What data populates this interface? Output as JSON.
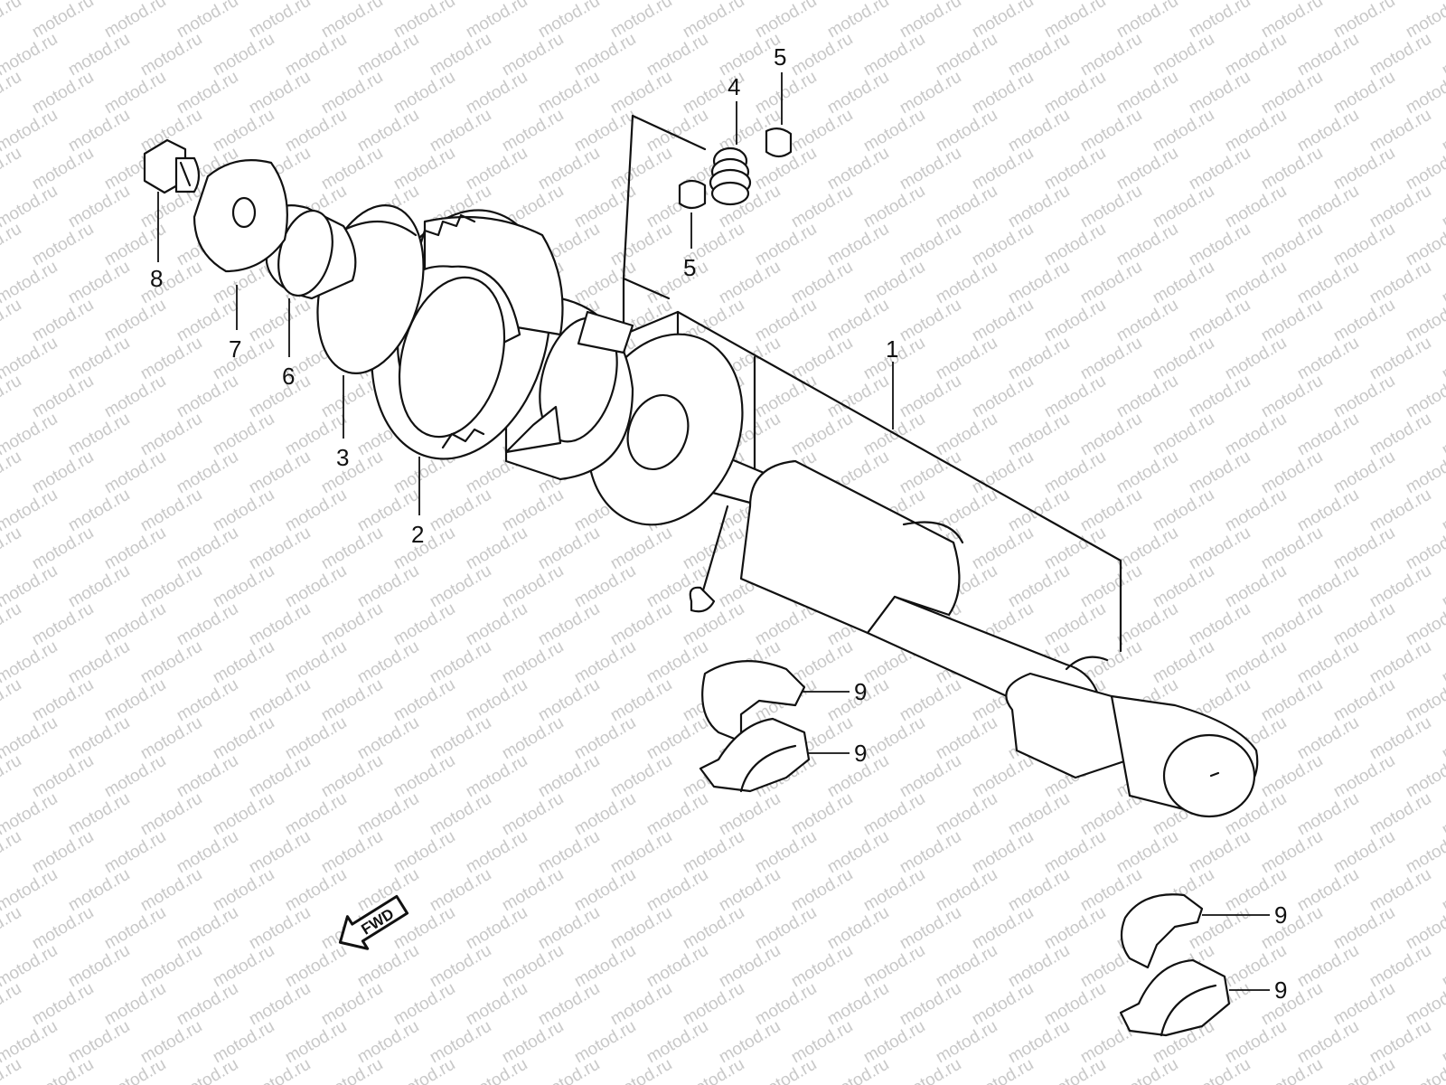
{
  "watermark": {
    "text": "motod.ru",
    "color": "#c8c8c8"
  },
  "callouts": {
    "part_1": "1",
    "part_2": "2",
    "part_3": "3",
    "part_4": "4",
    "part_5_upper": "5",
    "part_5_lower": "5",
    "part_6": "6",
    "part_7": "7",
    "part_8": "8",
    "part_9_a": "9",
    "part_9_b": "9",
    "part_9_c": "9",
    "part_9_d": "9"
  },
  "fwd_arrow": {
    "label": "FWD",
    "icon": "fwd-arrow-icon"
  },
  "colors": {
    "line": "#111111",
    "background": "#ffffff"
  }
}
